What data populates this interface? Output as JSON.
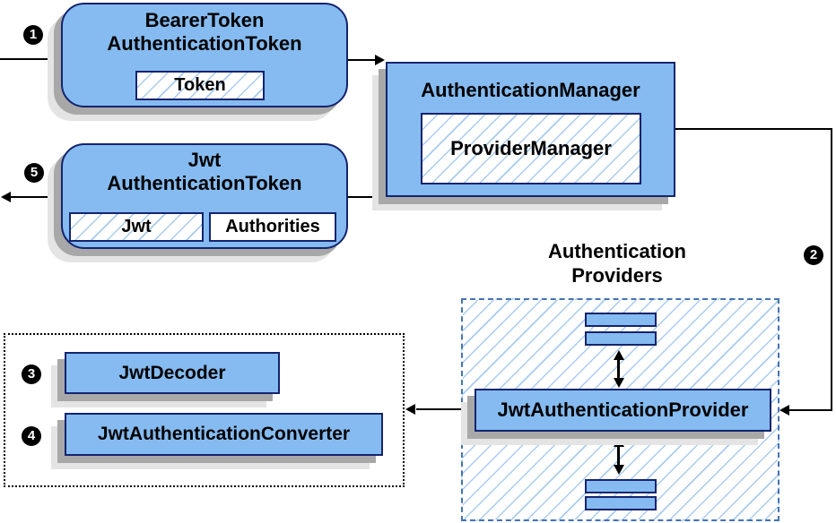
{
  "colors": {
    "node_fill": "#85BBF0",
    "node_border": "#14246E",
    "hatch_line": "#A9CBEE",
    "dashed_border": "#4472B8",
    "shadow_dark": "#A8A8A8",
    "shadow_light": "#E4E4E4",
    "arrow": "#000000",
    "badge_bg": "#000000",
    "badge_text": "#FFFFFF"
  },
  "nodes": {
    "bearer_token": {
      "title_line1": "BearerToken",
      "title_line2": "AuthenticationToken",
      "token_field": "Token"
    },
    "authentication_manager": {
      "title": "AuthenticationManager",
      "provider_manager": "ProviderManager"
    },
    "jwt_authentication_token": {
      "title_line1": "Jwt",
      "title_line2": "AuthenticationToken",
      "jwt_field": "Jwt",
      "authorities_field": "Authorities"
    },
    "authentication_providers": {
      "label_line1": "Authentication",
      "label_line2": "Providers"
    },
    "jwt_authentication_provider": {
      "title": "JwtAuthenticationProvider"
    },
    "jwt_decoder": {
      "title": "JwtDecoder"
    },
    "jwt_authentication_converter": {
      "title": "JwtAuthenticationConverter"
    }
  },
  "badges": {
    "step1": "1",
    "step2": "2",
    "step3": "3",
    "step4": "4",
    "step5": "5"
  }
}
